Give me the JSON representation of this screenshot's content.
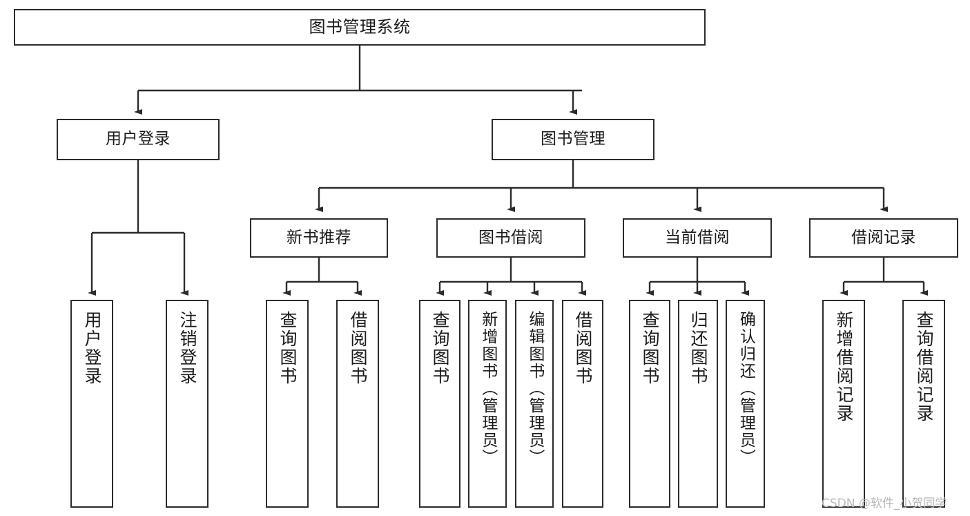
{
  "diagram": {
    "title": "图书管理系统",
    "type": "tree-hierarchy-chart",
    "watermark": "CSDN @软件_小贺同学",
    "colors": {
      "box_border": "#2b2b2b",
      "box_fill": "#ffffff",
      "edge": "#2b2b2b",
      "text": "#1a1a1a",
      "watermark": "#b9b9b9",
      "background": "#ffffff"
    },
    "nodes": {
      "root": {
        "label": "图书管理系统"
      },
      "level1": [
        {
          "label": "用户登录"
        },
        {
          "label": "图书管理"
        }
      ],
      "level2": [
        {
          "label": "新书推荐"
        },
        {
          "label": "图书借阅"
        },
        {
          "label": "当前借阅"
        },
        {
          "label": "借阅记录"
        }
      ],
      "leaves_user_login": [
        {
          "label": "用户登录"
        },
        {
          "label": "注销登录"
        }
      ],
      "leaves_new_book": [
        {
          "label": "查询图书"
        },
        {
          "label": "借阅图书"
        }
      ],
      "leaves_borrow": [
        {
          "label": "查询图书"
        },
        {
          "label": "新增图书（管理员）"
        },
        {
          "label": "编辑图书（管理员）"
        },
        {
          "label": "借阅图书"
        }
      ],
      "leaves_current": [
        {
          "label": "查询图书"
        },
        {
          "label": "归还图书"
        },
        {
          "label": "确认归还（管理员）"
        }
      ],
      "leaves_record": [
        {
          "label": "新增借阅记录"
        },
        {
          "label": "查询借阅记录"
        }
      ]
    }
  }
}
